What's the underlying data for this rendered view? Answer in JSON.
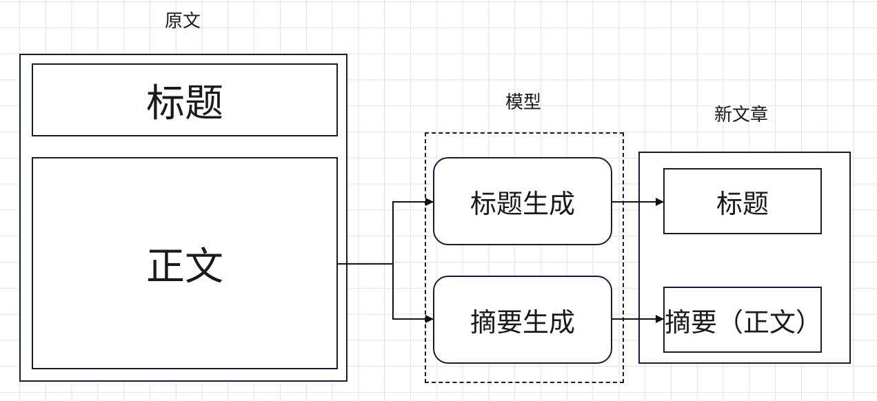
{
  "source": {
    "label": "原文",
    "title": "标题",
    "body": "正文"
  },
  "model": {
    "label": "模型",
    "title_gen": "标题生成",
    "summary_gen": "摘要生成"
  },
  "output": {
    "label": "新文章",
    "title": "标题",
    "summary": "摘要（正文）"
  }
}
